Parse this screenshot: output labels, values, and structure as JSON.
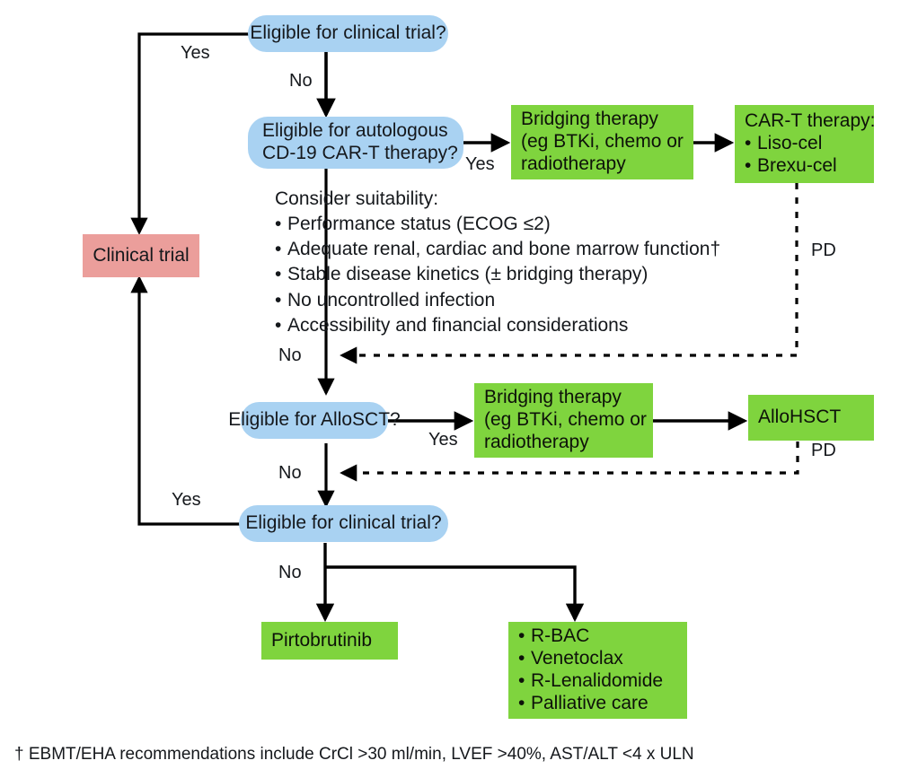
{
  "diagram": {
    "title": "Mantle cell lymphoma relapsed/refractory treatment algorithm",
    "colors": {
      "decision": "#a9d2f2",
      "action": "#7fd43e",
      "terminal": "#eb9e9b",
      "edge": "#000000",
      "text": "#15181c"
    },
    "nodes": {
      "eligible_trial_top": "Eligible for clinical trial?",
      "eligible_car_t_line1": "Eligible for autologous",
      "eligible_car_t_line2": "CD-19 CAR-T therapy?",
      "clinical_trial": "Clinical trial",
      "bridging_top_line1": "Bridging therapy",
      "bridging_top_line2": "(eg BTKi, chemo or",
      "bridging_top_line3": "radiotherapy",
      "car_t_therapy_header": "CAR-T therapy:",
      "car_t_therapy_items": [
        "Liso-cel",
        "Brexu-cel"
      ],
      "eligible_allosct": "Eligible for AlloSCT?",
      "bridging_mid_line1": "Bridging therapy",
      "bridging_mid_line2": "(eg BTKi, chemo or",
      "bridging_mid_line3": "radiotherapy",
      "allohsct": "AlloHSCT",
      "eligible_trial_bottom": "Eligible for clinical trial?",
      "pirtobrutinib": "Pirtobrutinib",
      "other_options_items": [
        "R-BAC",
        "Venetoclax",
        "R-Lenalidomide",
        "Palliative care"
      ]
    },
    "consider_suitability": {
      "header": "Consider suitability:",
      "items": [
        "Performance status (ECOG ≤2)",
        "Adequate renal, cardiac and bone marrow function†",
        "Stable disease kinetics (± bridging therapy)",
        "No uncontrolled infection",
        "Accessibility and financial considerations"
      ]
    },
    "edge_labels": {
      "yes_top": "Yes",
      "no_top": "No",
      "yes_car_t": "Yes",
      "pd_car_t": "PD",
      "no_car_t": "No",
      "yes_allosct": "Yes",
      "pd_allohsct": "PD",
      "no_allosct": "No",
      "yes_bottom": "Yes",
      "no_bottom": "No"
    },
    "footnote": "† EBMT/EHA recommendations include CrCl >30 ml/min, LVEF >40%, AST/ALT <4 x ULN"
  }
}
